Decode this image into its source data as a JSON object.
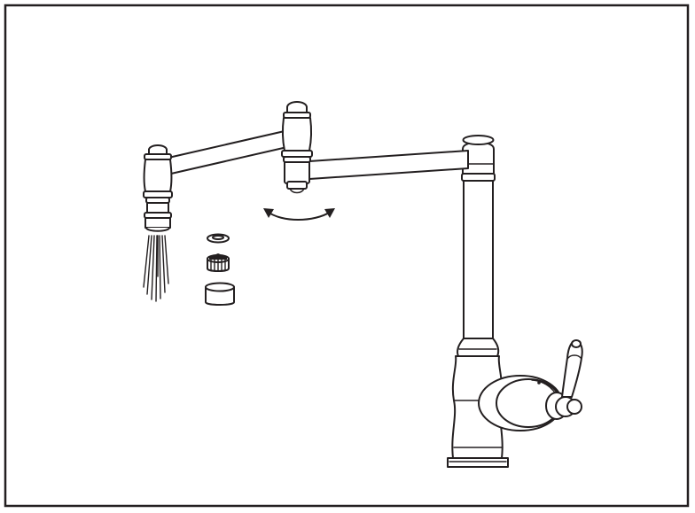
{
  "figure": {
    "frame_color": "#231f20",
    "line_color": "#231f20",
    "background": "#ffffff",
    "parts": [
      "pot-filler-faucet",
      "base-column",
      "side-lever-handle",
      "rear-swing-arm",
      "center-swivel-joint",
      "front-swing-arm",
      "spout-head",
      "water-spray",
      "rotation-arrow",
      "aerator-washer",
      "aerator-insert",
      "aerator-housing"
    ]
  }
}
